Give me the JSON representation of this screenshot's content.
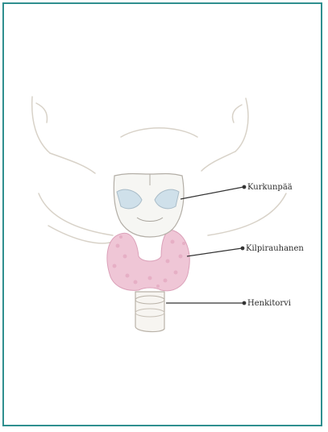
{
  "labels": {
    "larynx": "Kurkunpää",
    "thyroid": "Kilpirauhanen",
    "trachea": "Henkitorvi"
  },
  "colors": {
    "frame": "#2f8f8f",
    "thyroid": "#e9b3c8",
    "cartilage": "#cfe0ea",
    "outline": "#b9b2a8"
  }
}
